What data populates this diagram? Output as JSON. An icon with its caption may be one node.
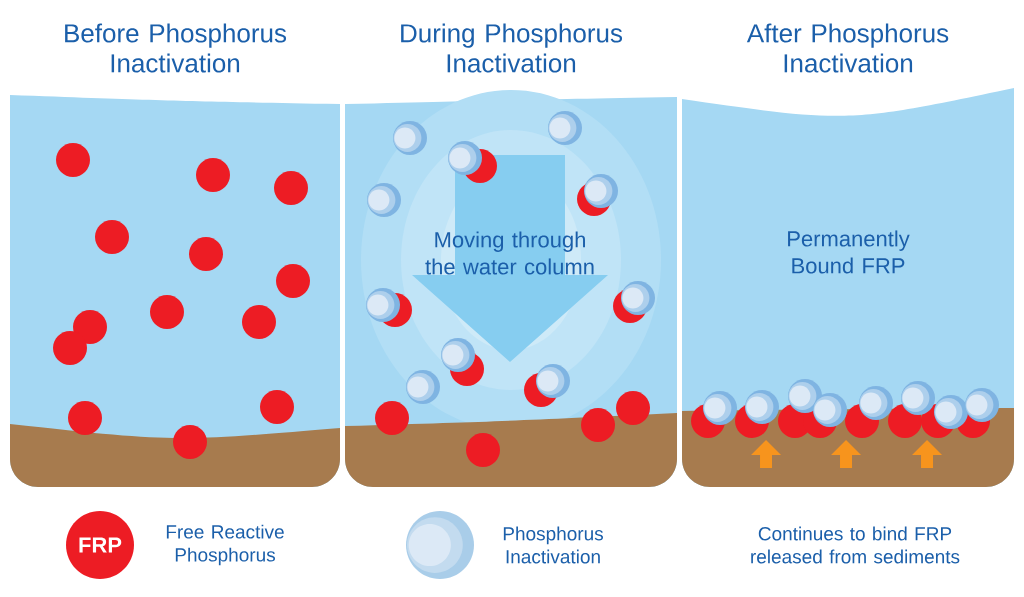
{
  "diagram": {
    "nodes": [
      {
        "text": [
          "Before Phosphorus Inactivation"
        ]
      },
      {
        "text": [
          "During Phosphorus Inactivation"
        ]
      },
      {
        "text": [
          "Moving through the water column"
        ],
        "in": 1
      },
      {
        "text": [
          "After Phosphorus Inactivation",
          "Permanently Bound FRP"
        ]
      }
    ],
    "edges": [],
    "labels": [
      "FRP",
      "Continues to bind FRP released from sediments"
    ],
    "legend": [
      {
        "text": "Free Reactive Phosphorus",
        "color": "#ed1c24"
      },
      {
        "text": "Phosphorus Inactivation",
        "color": "#a9cde9"
      }
    ]
  }
}
